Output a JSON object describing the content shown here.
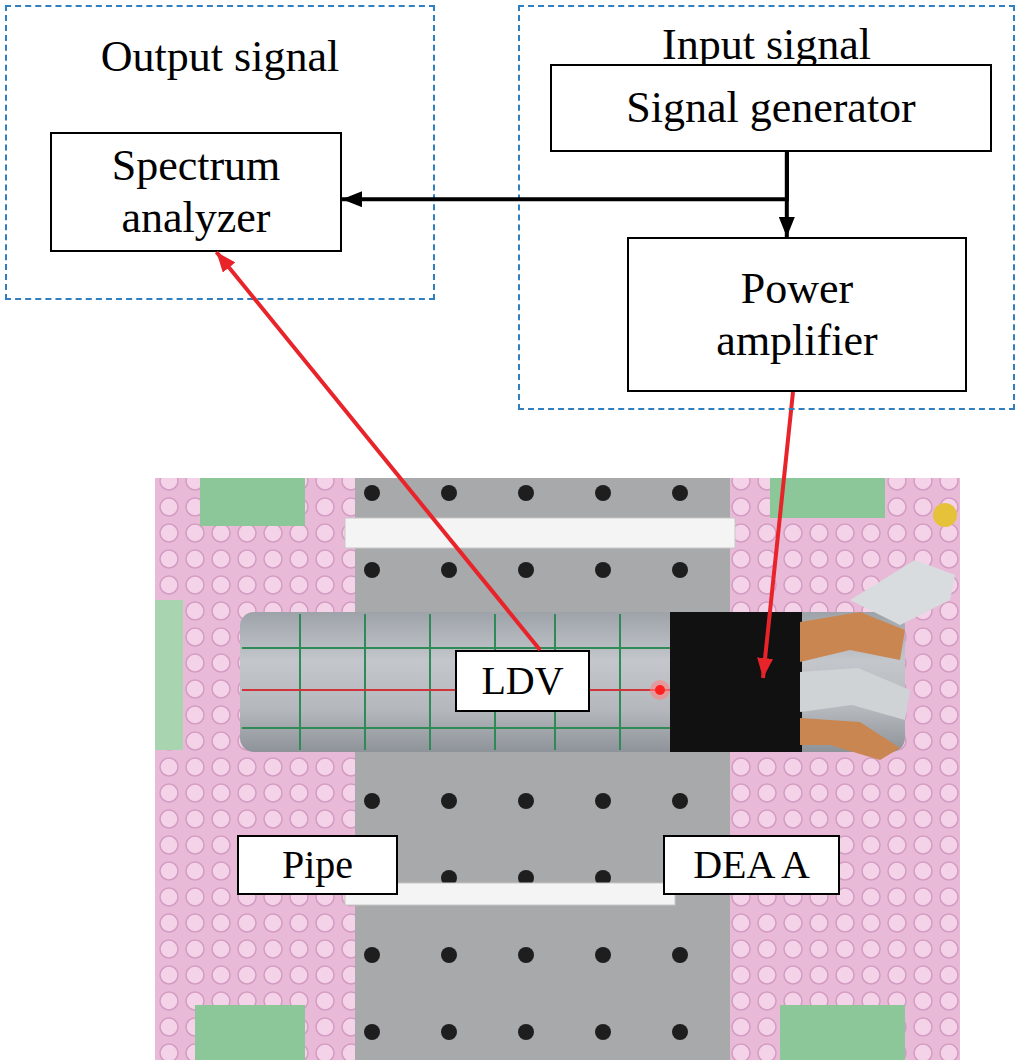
{
  "diagram": {
    "nodes": [
      {
        "text": [
          "Output signal"
        ]
      },
      {
        "text": [
          "Spectrum analyzer"
        ],
        "in": 0
      },
      {
        "text": [
          "Input signal"
        ]
      },
      {
        "text": [
          "Signal generator"
        ],
        "in": 2
      },
      {
        "text": [
          "Power amplifier"
        ],
        "in": 2
      },
      {
        "text": [
          "LDV"
        ]
      },
      {
        "text": [
          "Pipe"
        ]
      },
      {
        "text": [
          "DEA A"
        ]
      }
    ],
    "edges": [
      {
        "from": 3,
        "to": 4,
        "arrow": "to"
      },
      {
        "from": 3,
        "to": 1,
        "arrow": "to"
      },
      {
        "from": 5,
        "to": 1,
        "arrow": "to"
      }
    ]
  }
}
